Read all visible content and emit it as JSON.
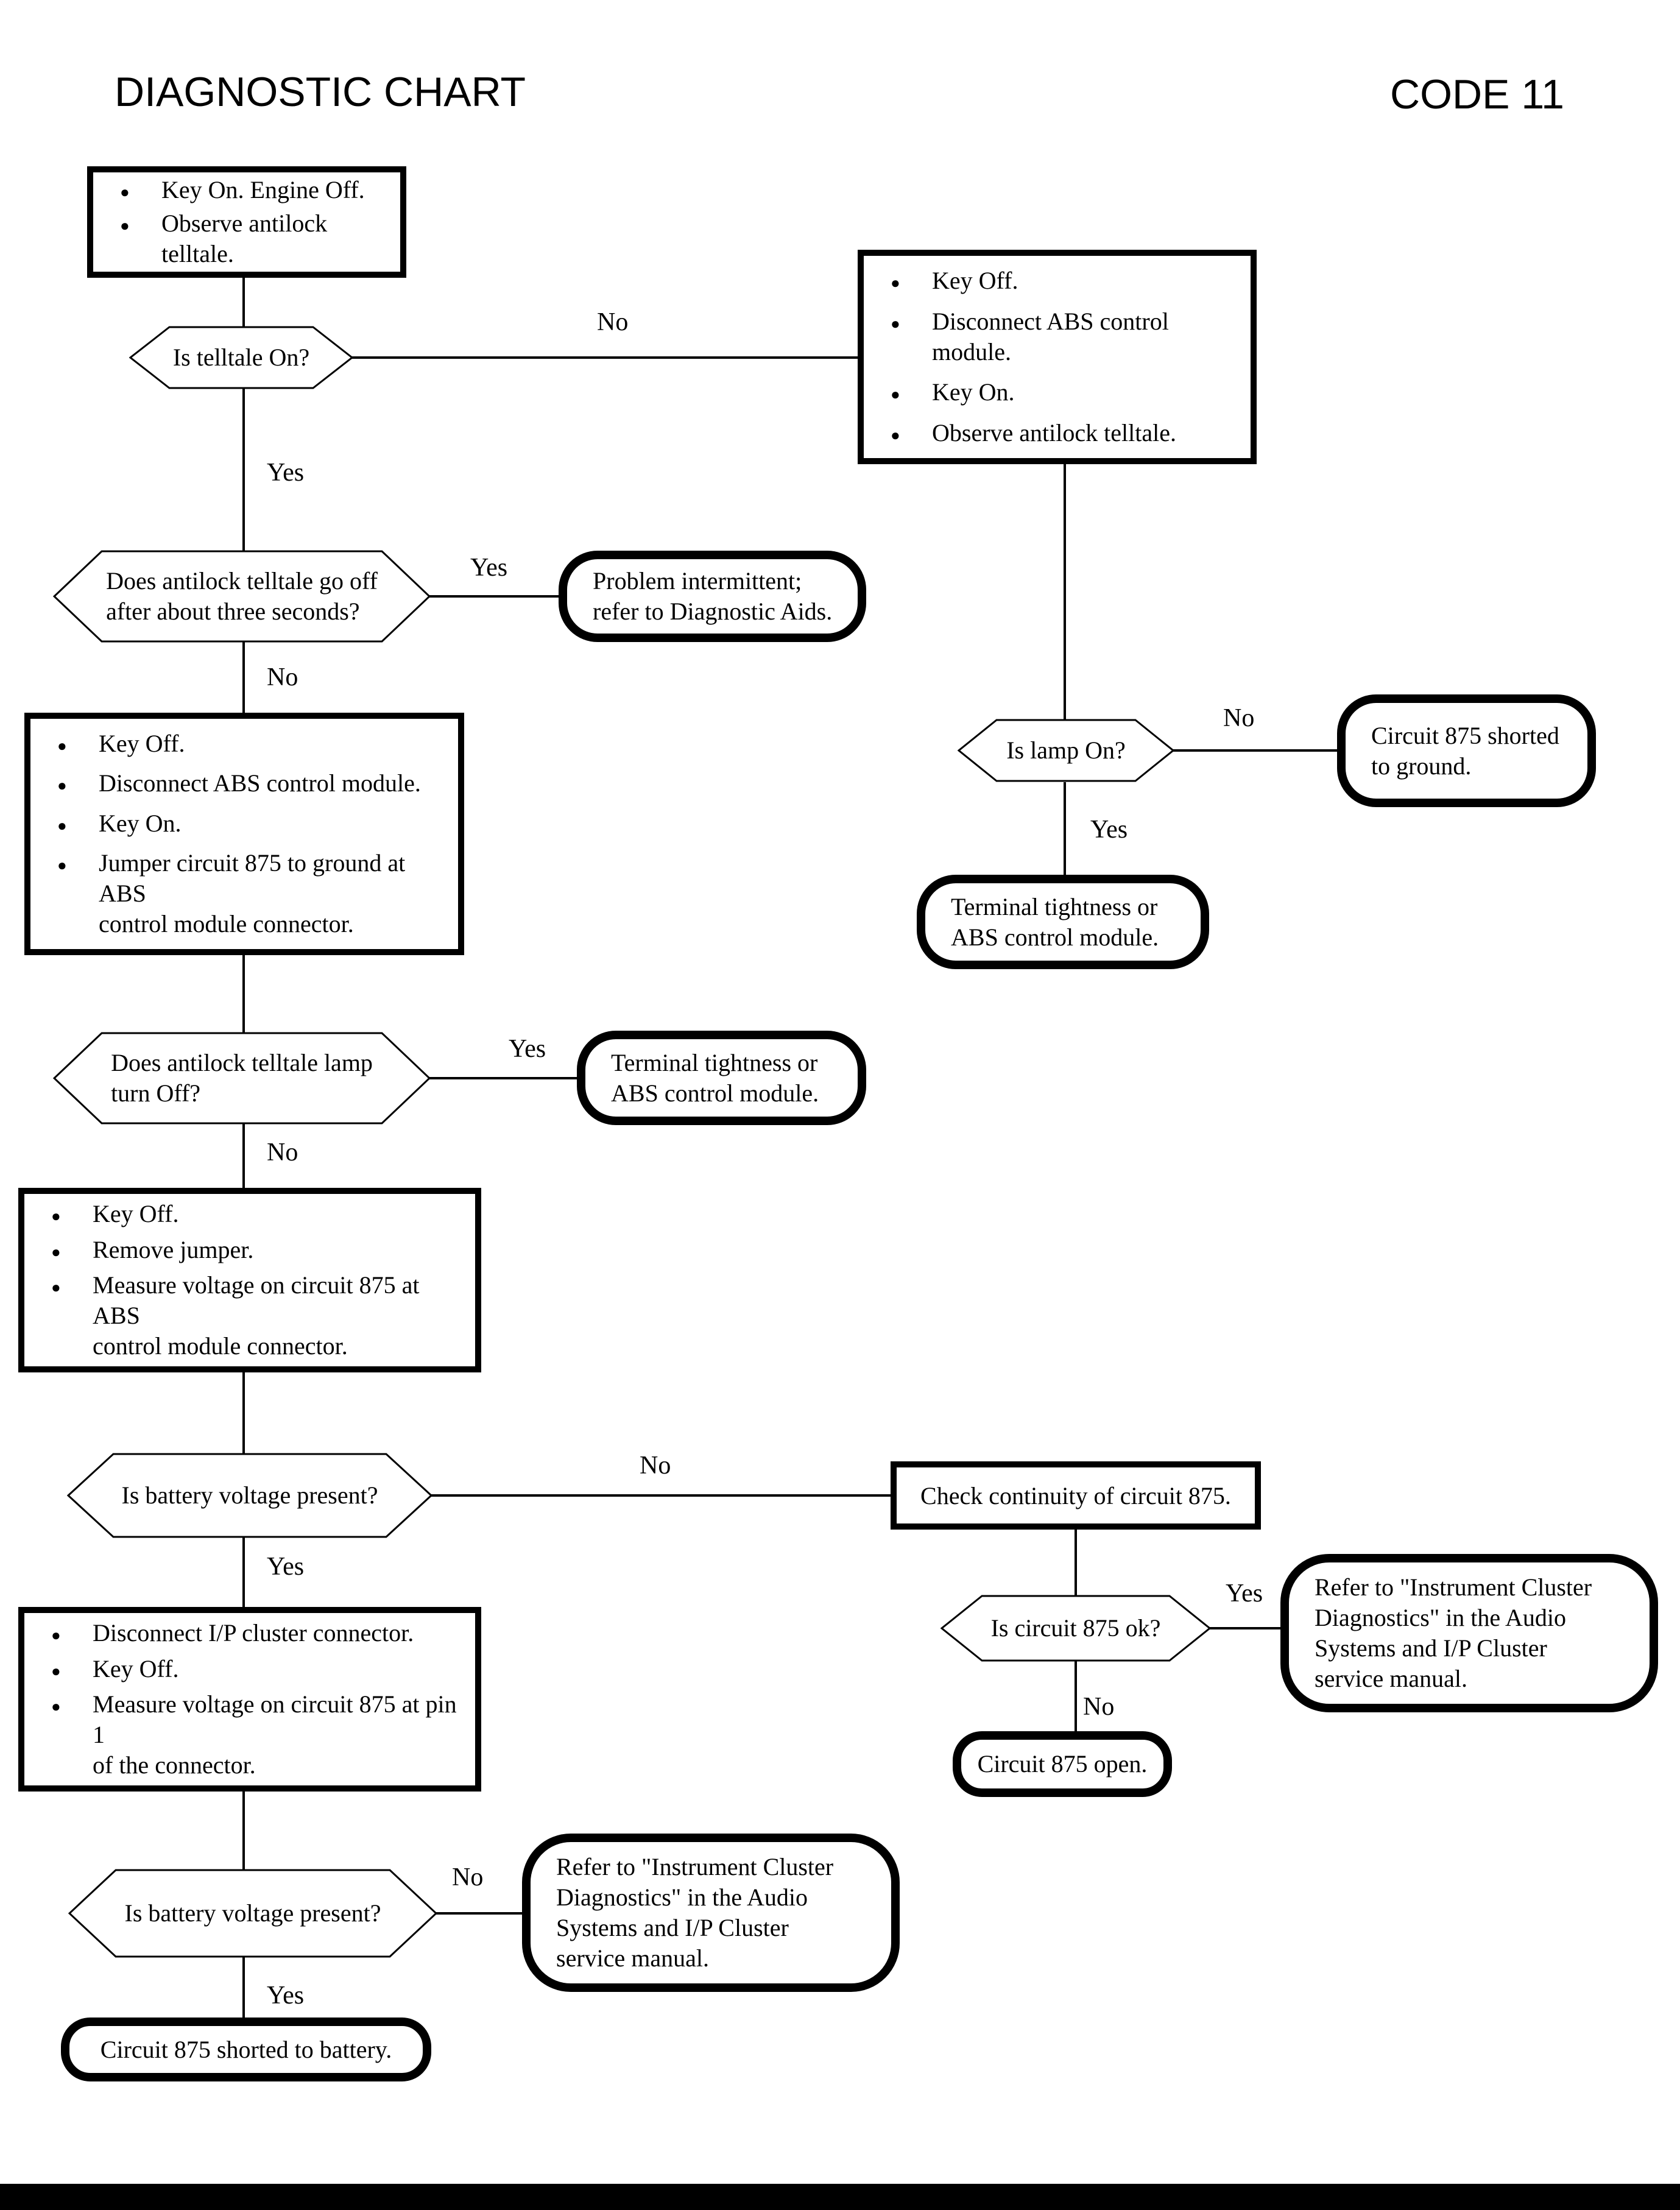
{
  "header": {
    "title": "DIAGNOSTIC CHART",
    "code": "CODE 11"
  },
  "colors": {
    "line": "#000000",
    "background": "#ffffff",
    "text": "#000000"
  },
  "nodes": {
    "start": {
      "type": "process",
      "items": [
        "Key On. Engine Off.",
        "Observe antilock telltale."
      ]
    },
    "is_telltale_on": {
      "type": "decision",
      "label": "Is telltale On?"
    },
    "key_off_disconnect": {
      "type": "process",
      "items": [
        "Key Off.",
        "Disconnect ABS control module.",
        "Key On.",
        "Observe antilock telltale."
      ]
    },
    "does_telltale_go_off": {
      "type": "decision",
      "label": "Does antilock telltale go off\nafter about three seconds?"
    },
    "problem_intermittent": {
      "type": "terminal",
      "label": "Problem intermittent;\nrefer to Diagnostic Aids."
    },
    "jumper_ground": {
      "type": "process",
      "items": [
        "Key Off.",
        "Disconnect ABS control module.",
        "Key On.",
        "Jumper circuit 875 to ground at ABS\ncontrol module connector."
      ]
    },
    "is_lamp_on": {
      "type": "decision",
      "label": "Is lamp On?"
    },
    "shorted_to_ground": {
      "type": "terminal",
      "label": "Circuit 875 shorted\nto ground."
    },
    "terminal_tightness_right": {
      "type": "terminal",
      "label": "Terminal tightness or\nABS control module."
    },
    "does_lamp_turn_off": {
      "type": "decision",
      "label": "Does antilock telltale lamp\nturn Off?"
    },
    "terminal_tightness_mid": {
      "type": "terminal",
      "label": "Terminal tightness or\nABS control module."
    },
    "measure_voltage_abs": {
      "type": "process",
      "items": [
        "Key Off.",
        "Remove jumper.",
        "Measure voltage on circuit 875 at ABS\ncontrol module connector."
      ]
    },
    "is_battery_voltage_1": {
      "type": "decision",
      "label": "Is battery voltage present?"
    },
    "check_continuity": {
      "type": "process",
      "label": "Check continuity of circuit 875."
    },
    "is_circuit_ok": {
      "type": "decision",
      "label": "Is circuit 875 ok?"
    },
    "refer_cluster_right": {
      "type": "terminal",
      "label": "Refer to \"Instrument Cluster\nDiagnostics\" in the Audio\nSystems and I/P Cluster\nservice manual."
    },
    "circuit_open": {
      "type": "terminal",
      "label": "Circuit 875 open."
    },
    "measure_voltage_pin1": {
      "type": "process",
      "items": [
        "Disconnect I/P cluster connector.",
        "Key Off.",
        "Measure voltage on circuit 875 at pin 1\nof the connector."
      ]
    },
    "is_battery_voltage_2": {
      "type": "decision",
      "label": "Is battery voltage present?"
    },
    "refer_cluster_left": {
      "type": "terminal",
      "label": "Refer to \"Instrument Cluster\nDiagnostics\" in the Audio\nSystems and I/P Cluster\nservice manual."
    },
    "shorted_to_battery": {
      "type": "terminal",
      "label": "Circuit 875 shorted to battery."
    }
  },
  "edge_labels": {
    "no1": "No",
    "yes1": "Yes",
    "yes2": "Yes",
    "no2": "No",
    "no3": "No",
    "yes3": "Yes",
    "yes4": "Yes",
    "no4": "No",
    "no5": "No",
    "yes5": "Yes",
    "yes6": "Yes",
    "no6": "No",
    "no7": "No",
    "yes7": "Yes"
  }
}
